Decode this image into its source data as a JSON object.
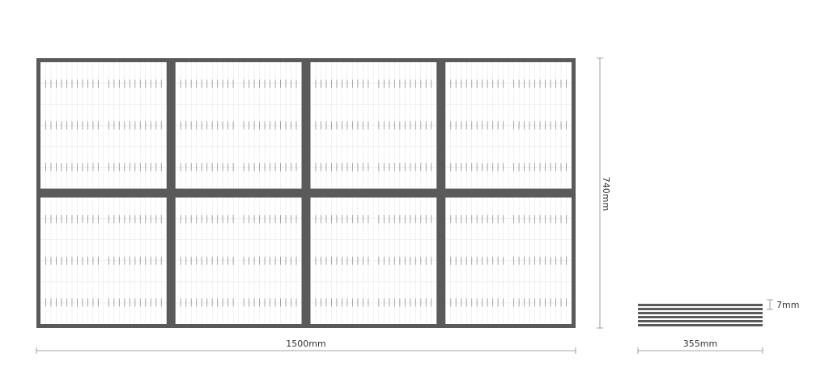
{
  "drawing": {
    "panel": {
      "rows": 2,
      "cols": 4,
      "frame_color": "#5a5a5a"
    },
    "dimensions": {
      "width_label": "1500mm",
      "height_label": "740mm",
      "folded_width_label": "355mm",
      "layer_thickness_label": "7mm"
    },
    "folded_stack": {
      "layers": 6
    }
  }
}
